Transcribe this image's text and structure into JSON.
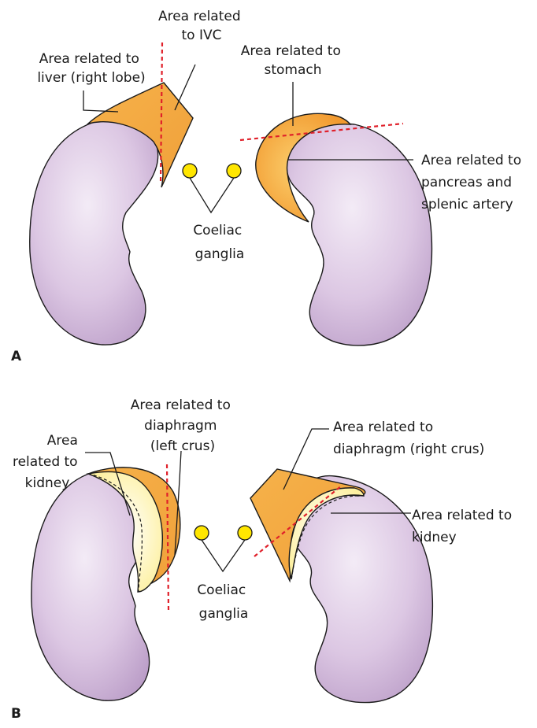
{
  "colors": {
    "kidney": "#d8c2df",
    "kidney_light": "#f1e8f4",
    "gland_orange": "#f2a23a",
    "gland_light": "#fbcf72",
    "kidney_area": "#fff6c2",
    "ganglion": "#ffe600",
    "dashed_line": "#e0202a"
  },
  "panel_a": {
    "letter": "A",
    "ivc": [
      "Area related",
      "to IVC"
    ],
    "liver": [
      "Area related to",
      "liver (right lobe)"
    ],
    "stomach": [
      "Area related to",
      "stomach"
    ],
    "pancreas": [
      "Area related to",
      "pancreas and",
      "splenic artery"
    ],
    "ganglia": [
      "Coeliac",
      "ganglia"
    ]
  },
  "panel_b": {
    "letter": "B",
    "kidney_left": [
      "Area",
      "related to",
      "kidney"
    ],
    "crus_left": [
      "Area related to",
      "diaphragm",
      "(left crus)"
    ],
    "crus_right": [
      "Area related to",
      "diaphragm (right crus)"
    ],
    "kidney_right": [
      "Area related to",
      "kidney"
    ],
    "ganglia": [
      "Coeliac",
      "ganglia"
    ]
  }
}
